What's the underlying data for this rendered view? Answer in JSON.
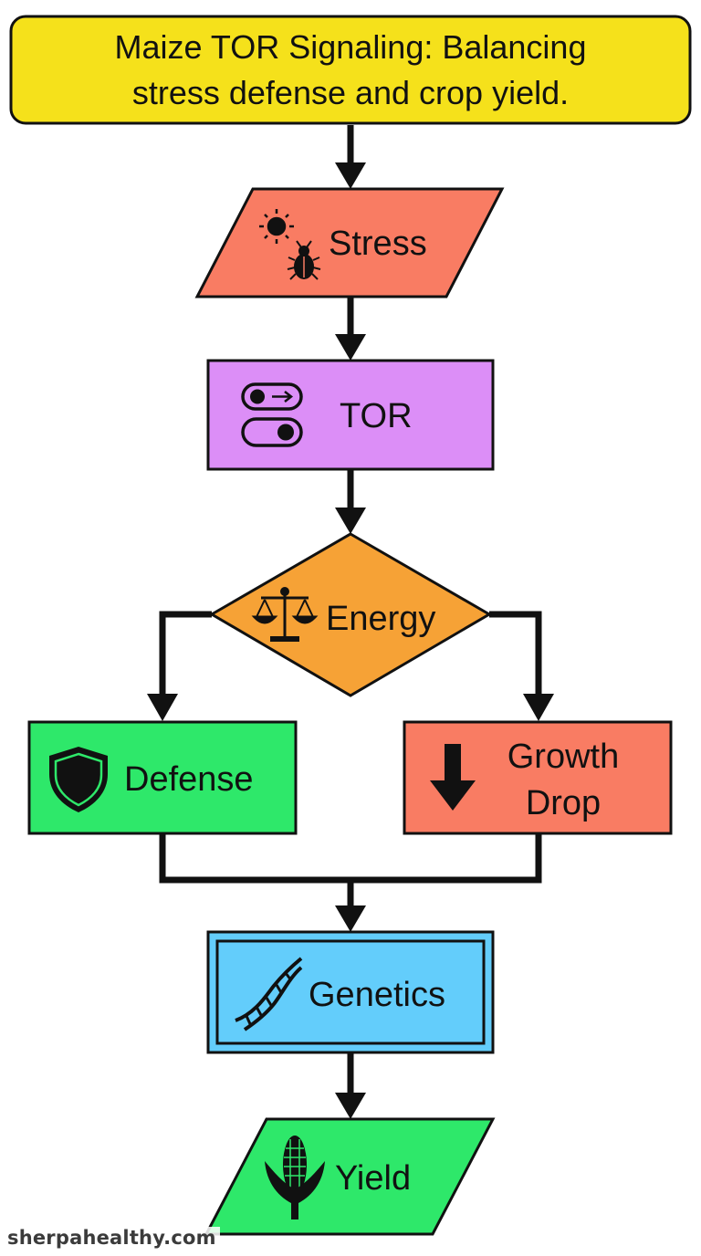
{
  "title": {
    "line1": "Maize TOR Signaling: Balancing",
    "line2": "stress defense and crop yield."
  },
  "nodes": {
    "stress": {
      "label": "Stress",
      "icons": [
        "sun-icon",
        "bug-icon"
      ]
    },
    "tor": {
      "label": "TOR",
      "icons": [
        "toggle-switch-icon"
      ]
    },
    "energy": {
      "label": "Energy",
      "icons": [
        "balance-scale-icon"
      ]
    },
    "defense": {
      "label": "Defense",
      "icons": [
        "shield-icon"
      ]
    },
    "growth_drop": {
      "line1": "Growth",
      "line2": "Drop",
      "icons": [
        "down-arrow-icon"
      ]
    },
    "genetics": {
      "label": "Genetics",
      "icons": [
        "dna-icon"
      ]
    },
    "yield": {
      "label": "Yield",
      "icons": [
        "corn-icon"
      ]
    }
  },
  "colors": {
    "title_fill": "#f5e11b",
    "stress_fill": "#f97c63",
    "tor_fill": "#dc8ef7",
    "energy_fill": "#f6a236",
    "defense_fill": "#2ee86a",
    "growth_drop_fill": "#f97c63",
    "genetics_fill": "#63cdfb",
    "yield_fill": "#2ee86a",
    "stroke": "#111111"
  },
  "watermark": "sherpahealthy.com"
}
